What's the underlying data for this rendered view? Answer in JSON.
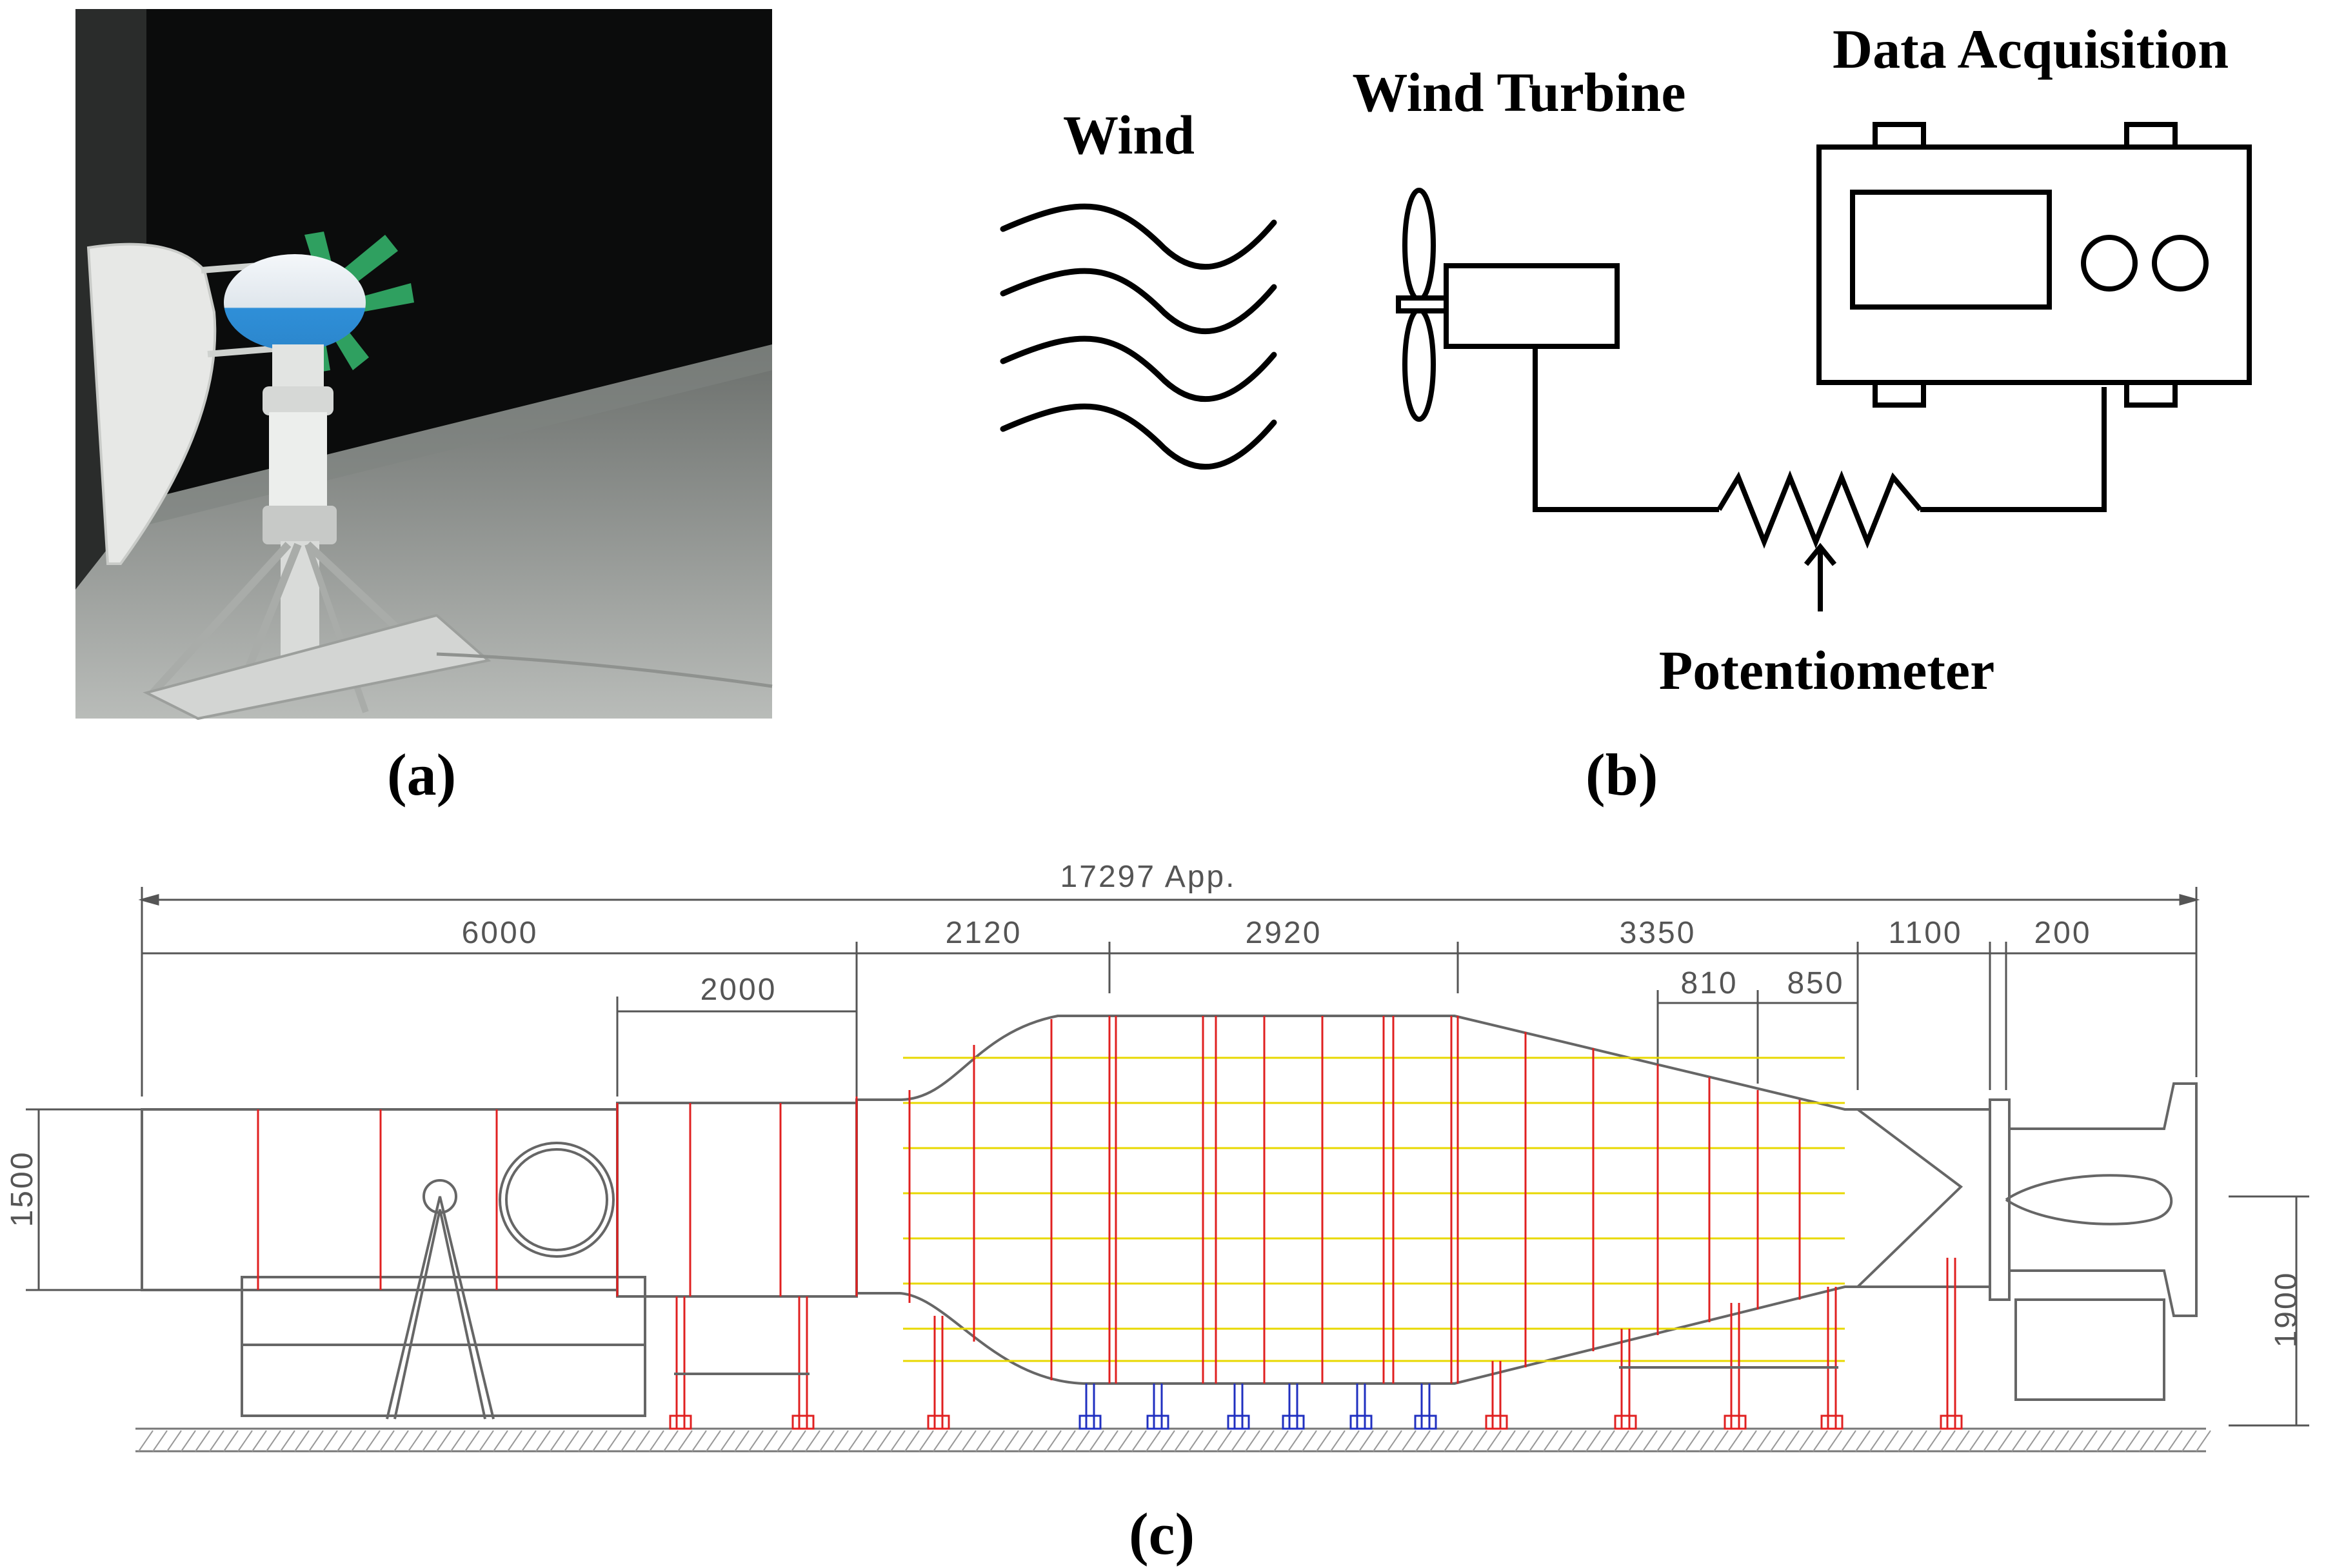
{
  "panels": {
    "a": {
      "label": "(a)"
    },
    "b": {
      "label": "(b)"
    },
    "c": {
      "label": "(c)"
    }
  },
  "schematic": {
    "wind_label": "Wind",
    "turbine_label": "Wind Turbine",
    "daq_label": "Data Acquisition",
    "potentiometer_label": "Potentiometer"
  },
  "tunnel_drawing": {
    "overall_length": "17297 App.",
    "dims_top": [
      "6000",
      "2120",
      "2920",
      "3350",
      "1100",
      "200"
    ],
    "dims_sub": [
      "2000",
      "810",
      "850"
    ],
    "height_left": "1500",
    "height_right": "1900"
  },
  "colors": {
    "structure_red": "#e02020",
    "grid_yellow": "#e8d800",
    "support_blue": "#2030c0",
    "line_gray": "#555555"
  }
}
